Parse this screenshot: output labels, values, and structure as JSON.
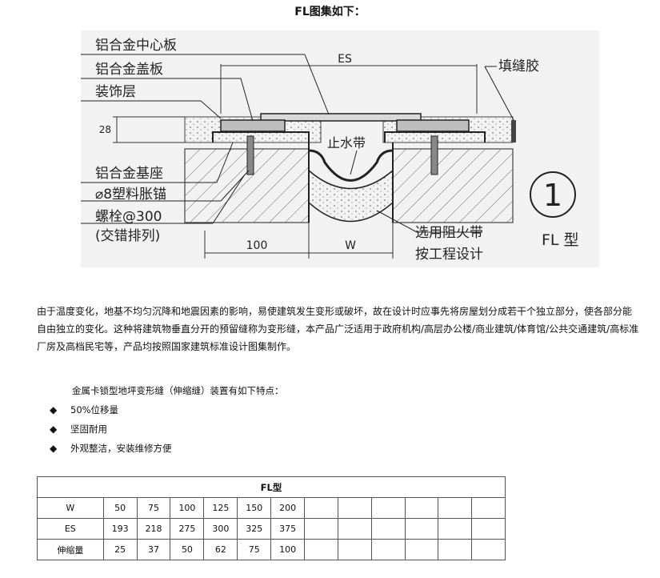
{
  "heading": "FL图集如下：",
  "drawing": {
    "labels": {
      "center_plate": "铝合金中心板",
      "cover_plate": "铝合金盖板",
      "decor_layer": "装饰层",
      "base": "铝合金基座",
      "anchor": "⌀8塑料胀锚",
      "bolt": "螺栓@300",
      "bolt_note": "(交错排列)",
      "sealant": "填缝胶",
      "waterstop": "止水带",
      "firestop": "选用阻火带",
      "per_design": "按工程设计",
      "dim_es": "ES",
      "dim_28": "28",
      "dim_100": "100",
      "dim_w": "W",
      "circle_number": "1",
      "model": "FL 型"
    }
  },
  "intro": "由于温度变化，地基不均匀沉降和地震因素的影响，易使建筑发生变形或破坏，故在设计时应事先将房屋划分成若干个独立部分，使各部分能自由独立的变化。这种将建筑物垂直分开的预留缝称为变形缝，本产品广泛适用于政府机构/高层办公楼/商业建筑/体育馆/公共交通建筑/高标准厂房及高档民宅等，产品均按照国家建筑标准设计图集制作。",
  "features_heading": "金属卡锁型地坪变形缝（伸缩缝）装置有如下特点：",
  "features": [
    {
      "bullet": "◆",
      "text": "50%位移量"
    },
    {
      "bullet": "◆",
      "text": "坚固耐用"
    },
    {
      "bullet": "◆",
      "text": "外观整洁，安装维修方便"
    }
  ],
  "table": {
    "title": "FL型",
    "rows": [
      {
        "label": "W",
        "values": [
          "50",
          "75",
          "100",
          "125",
          "150",
          "200",
          "",
          "",
          "",
          "",
          "",
          ""
        ]
      },
      {
        "label": "ES",
        "values": [
          "193",
          "218",
          "275",
          "300",
          "325",
          "375",
          "",
          "",
          "",
          "",
          "",
          ""
        ]
      },
      {
        "label": "伸缩量",
        "values": [
          "25",
          "37",
          "50",
          "62",
          "75",
          "100",
          "",
          "",
          "",
          "",
          "",
          ""
        ]
      }
    ]
  }
}
